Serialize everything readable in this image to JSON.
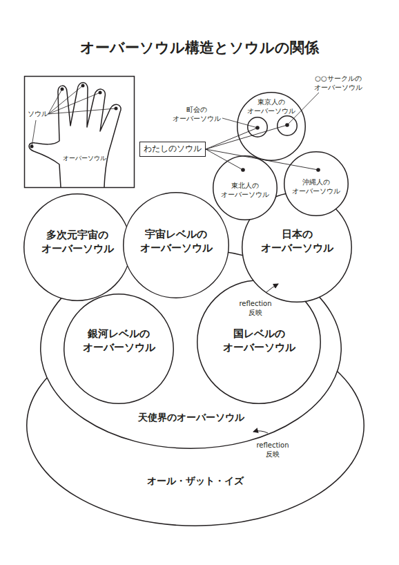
{
  "diagram": {
    "title": "オーバーソウル構造とソウルの関係",
    "nodes": [
      {
        "text": [
          "東京人の オーバーソウル"
        ]
      },
      {
        "text": [
          "町会の オーバーソウル"
        ],
        "in": 0
      },
      {
        "text": [
          "○○サークルの オーバーソウル"
        ],
        "in": 0
      },
      {
        "text": [
          "わたしのソウル"
        ]
      },
      {
        "text": [
          "東北人の オーバーソウル"
        ]
      },
      {
        "text": [
          "沖縄人の オーバーソウル"
        ]
      },
      {
        "text": [
          "多次元宇宙の オーバーソウル"
        ]
      },
      {
        "text": [
          "宇宙レベルの オーバーソウル"
        ]
      },
      {
        "text": [
          "日本の オーバーソウル"
        ]
      },
      {
        "text": [
          "オール・ザット・イズ"
        ]
      },
      {
        "text": [
          "天使界のオーバーソウル"
        ],
        "in": 9
      },
      {
        "text": [
          "銀河レベルの オーバーソウル"
        ],
        "in": 10
      },
      {
        "text": [
          "国レベルの オーバーソウル"
        ],
        "in": 10
      }
    ],
    "edges": [
      {
        "from": 3,
        "to": 1,
        "arrow": "none"
      },
      {
        "from": 3,
        "to": 2,
        "arrow": "none"
      },
      {
        "from": 3,
        "to": 4,
        "arrow": "none"
      },
      {
        "from": 3,
        "to": 5,
        "arrow": "none"
      }
    ],
    "labels": [
      "ソウル",
      "オーバーソウル",
      "reflection 反映",
      "reflection 反映"
    ]
  }
}
